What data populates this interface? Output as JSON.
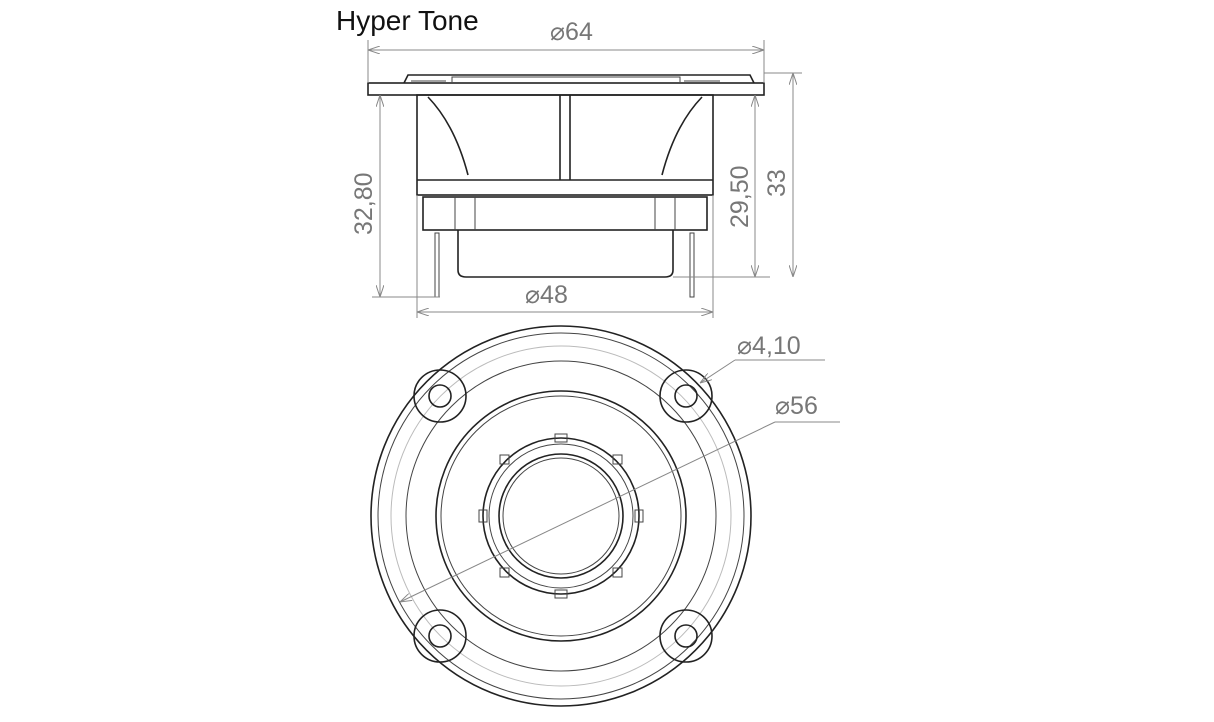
{
  "title": "Hyper Tone",
  "dimensions": {
    "outer_diameter": "⌀64",
    "body_diameter": "⌀48",
    "height_left": "32,80",
    "height_inner": "29,50",
    "height_total": "33",
    "hole_diameter": "⌀4,10",
    "mount_circle_diameter": "⌀56"
  }
}
